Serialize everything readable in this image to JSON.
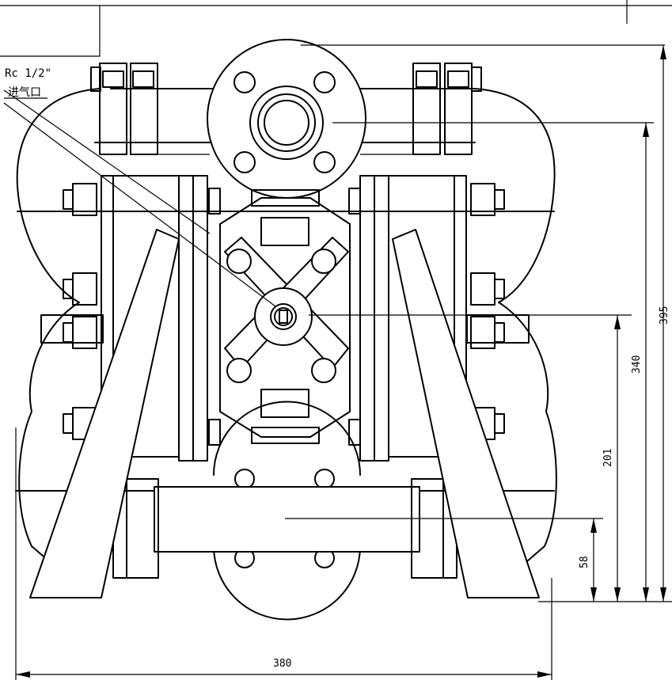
{
  "callout": {
    "thread": "Rc 1/2\"",
    "name": "进气口"
  },
  "dimensions": {
    "overall_width": "380",
    "overall_height": "395",
    "air_inlet_height": "340",
    "lower_height": "201",
    "outlet_height": "58"
  }
}
